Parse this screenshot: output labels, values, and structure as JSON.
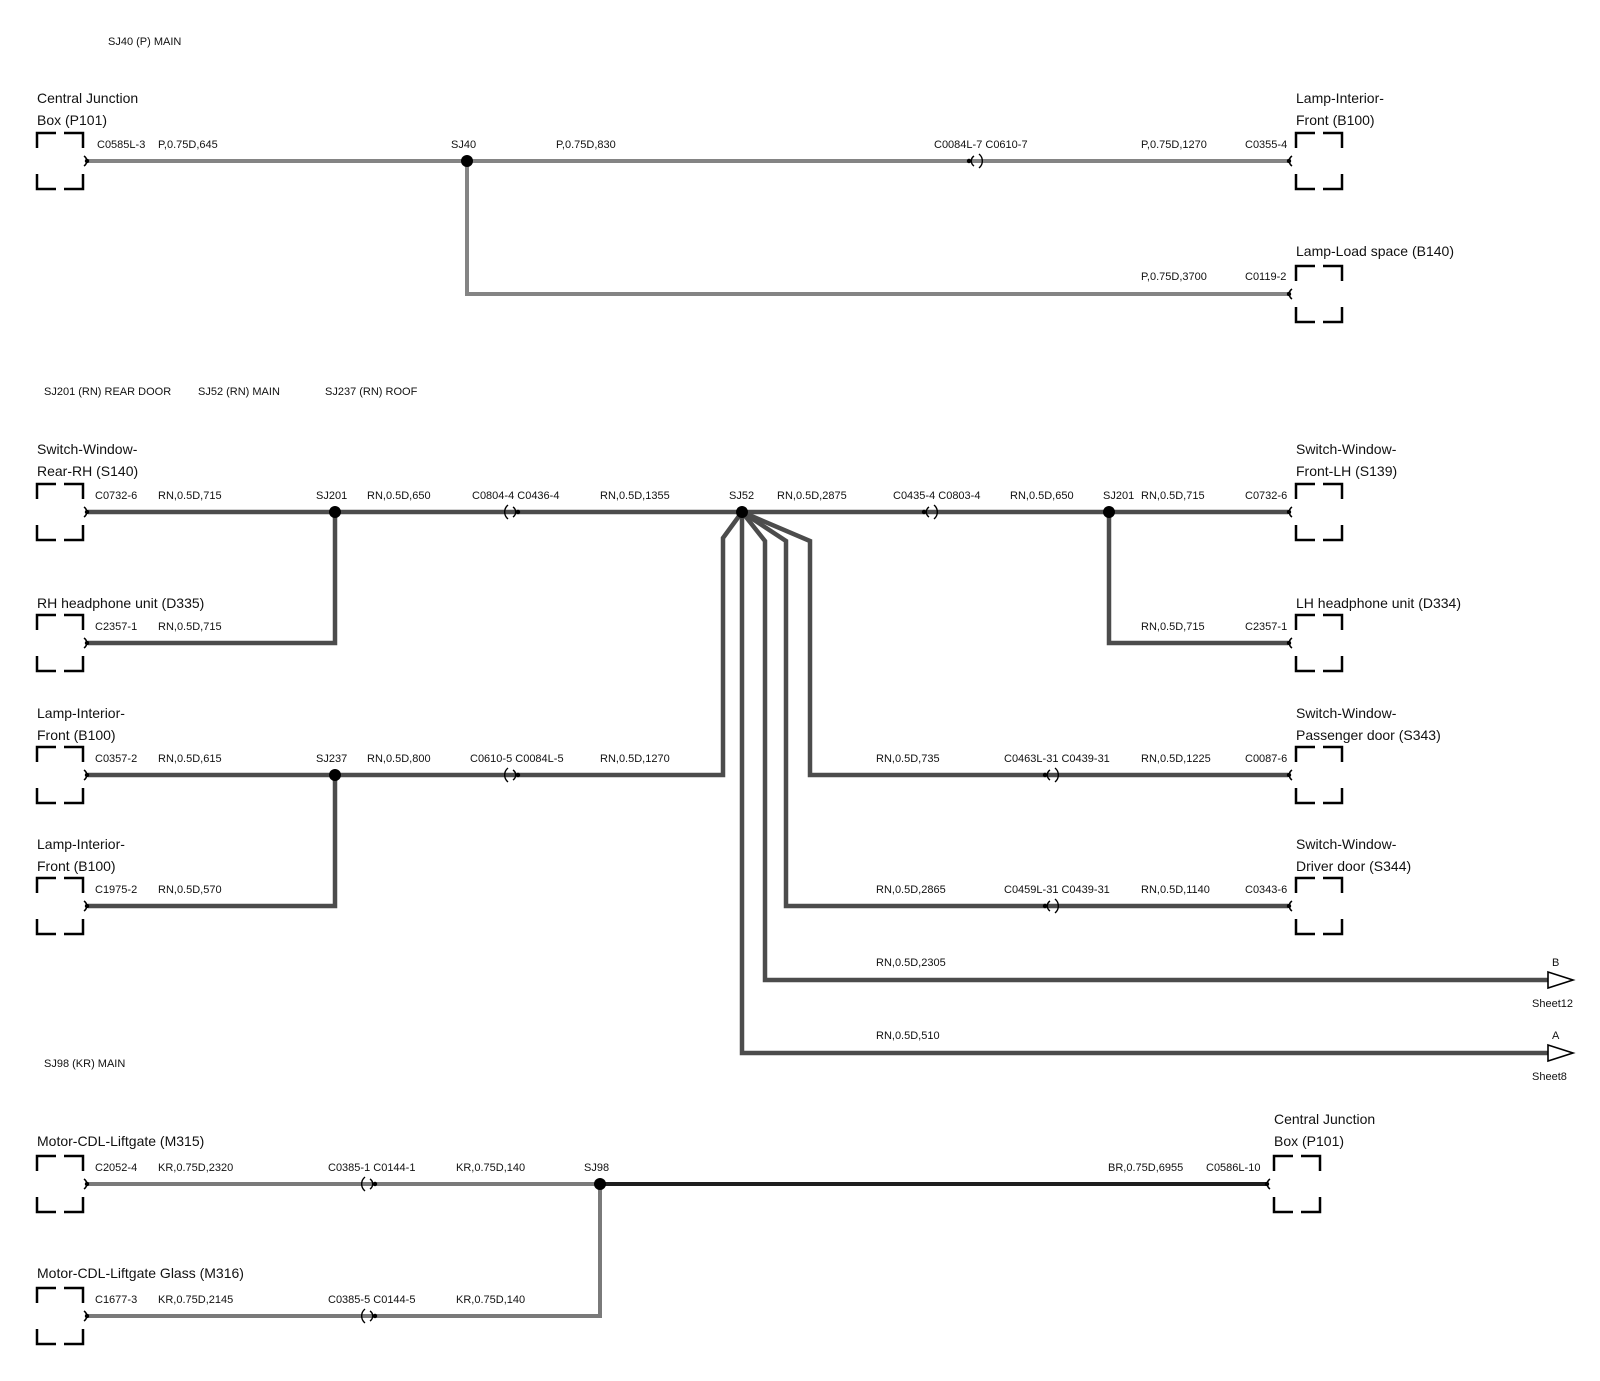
{
  "colors": {
    "wire_p": "#848484",
    "wire_rn": "#4c4c4c",
    "wire_kr": "#7a7a7a",
    "wire_br": "#1e1e1e",
    "ink": "#111111",
    "background": "#ffffff"
  },
  "splice_groups": [
    "SJ40 (P) MAIN",
    "SJ201 (RN) REAR DOOR",
    "SJ52 (RN) MAIN",
    "SJ237 (RN) ROOF",
    "SJ98 (KR) MAIN"
  ],
  "components": [
    {
      "id": "cjb-top",
      "lines": [
        "Central Junction",
        "Box (P101)"
      ]
    },
    {
      "id": "lamp-front-top",
      "lines": [
        "Lamp-Interior-",
        "Front (B100)"
      ]
    },
    {
      "id": "lamp-load",
      "lines": [
        "Lamp-Load space (B140)"
      ]
    },
    {
      "id": "sw-rear-rh",
      "lines": [
        "Switch-Window-",
        "Rear-RH (S140)"
      ]
    },
    {
      "id": "rh-headphone",
      "lines": [
        "RH headphone unit (D335)"
      ]
    },
    {
      "id": "lamp-front-a",
      "lines": [
        "Lamp-Interior-",
        "Front (B100)"
      ]
    },
    {
      "id": "lamp-front-b",
      "lines": [
        "Lamp-Interior-",
        "Front (B100)"
      ]
    },
    {
      "id": "sw-front-lh",
      "lines": [
        "Switch-Window-",
        "Front-LH (S139)"
      ]
    },
    {
      "id": "lh-headphone",
      "lines": [
        "LH headphone unit (D334)"
      ]
    },
    {
      "id": "sw-passenger",
      "lines": [
        "Switch-Window-",
        "Passenger door (S343)"
      ]
    },
    {
      "id": "sw-driver",
      "lines": [
        "Switch-Window-",
        "Driver door (S344)"
      ]
    },
    {
      "id": "motor-liftgate",
      "lines": [
        "Motor-CDL-Liftgate (M315)"
      ]
    },
    {
      "id": "motor-liftgate-glass",
      "lines": [
        "Motor-CDL-Liftgate Glass (M316)"
      ]
    },
    {
      "id": "cjb-bottom",
      "lines": [
        "Central Junction",
        "Box (P101)"
      ]
    }
  ],
  "connector_labels": [
    "C0585L-3",
    "C0084L-7 C0610-7",
    "C0355-4",
    "C0119-2",
    "C0732-6",
    "C0804-4 C0436-4",
    "C0435-4 C0803-4",
    "C0732-6",
    "C2357-1",
    "C2357-1",
    "C0357-2",
    "C0610-5 C0084L-5",
    "C0463L-31  C0439-31",
    "C0087-6",
    "C1975-2",
    "C0459L-31  C0439-31",
    "C0343-6",
    "C2052-4",
    "C0385-1 C0144-1",
    "C0586L-10",
    "C1677-3",
    "C0385-5 C0144-5"
  ],
  "splice_labels": [
    "SJ40",
    "SJ201",
    "SJ52",
    "SJ201",
    "SJ237",
    "SJ98"
  ],
  "wire_labels": [
    "P,0.75D,645",
    "P,0.75D,830",
    "P,0.75D,1270",
    "P,0.75D,3700",
    "RN,0.5D,715",
    "RN,0.5D,650",
    "RN,0.5D,1355",
    "RN,0.5D,2875",
    "RN,0.5D,650",
    "RN,0.5D,715",
    "RN,0.5D,715",
    "RN,0.5D,715",
    "RN,0.5D,615",
    "RN,0.5D,800",
    "RN,0.5D,1270",
    "RN,0.5D,735",
    "RN,0.5D,1225",
    "RN,0.5D,570",
    "RN,0.5D,2865",
    "RN,0.5D,1140",
    "RN,0.5D,2305",
    "RN,0.5D,510",
    "KR,0.75D,2320",
    "KR,0.75D,140",
    "BR,0.75D,6955",
    "KR,0.75D,2145",
    "KR,0.75D,140"
  ],
  "offsheet": [
    {
      "letter": "B",
      "sheet": "Sheet12"
    },
    {
      "letter": "A",
      "sheet": "Sheet8"
    }
  ]
}
